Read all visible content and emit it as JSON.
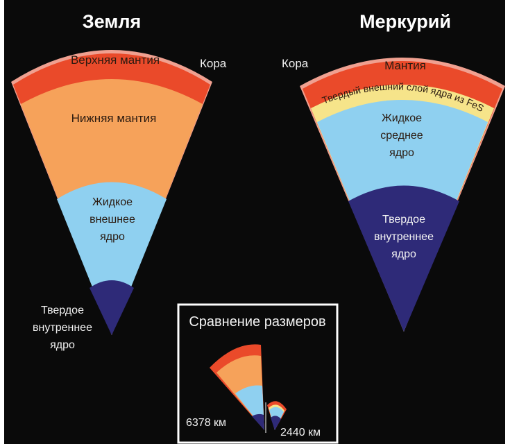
{
  "earth": {
    "title": "Земля",
    "crust": "Кора",
    "upper_mantle": "Верхняя мантия",
    "lower_mantle": "Нижняя мантия",
    "outer_core": [
      "Жидкое",
      "внешнее",
      "ядро"
    ],
    "inner_core": [
      "Твердое",
      "внутреннее",
      "ядро"
    ]
  },
  "mercury": {
    "title": "Меркурий",
    "crust": "Кора",
    "mantle": "Мантия",
    "solid_outer_layer": "Твердый внешний слой ядра из FeS",
    "middle_core": [
      "Жидкое",
      "среднее",
      "ядро"
    ],
    "inner_core": [
      "Твердое",
      "внутреннее",
      "ядро"
    ]
  },
  "comparison": {
    "title": "Сравнение размеров",
    "earth_radius": "6378 км",
    "mercury_radius": "2440 км"
  },
  "colors": {
    "background": "#0a0a0a",
    "crust": "#f0a090",
    "upper_mantle": "#ea4a2a",
    "lower_mantle": "#f6a25a",
    "fes_layer": "#f6e48a",
    "outer_core": "#8fd0f0",
    "inner_core": "#2e2a78"
  }
}
